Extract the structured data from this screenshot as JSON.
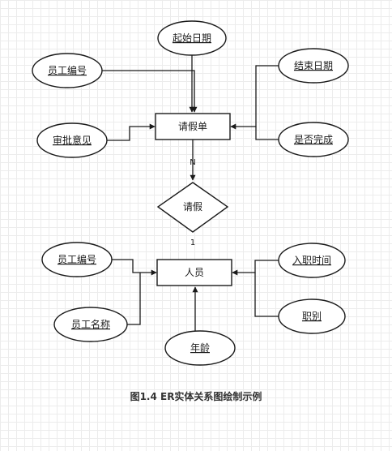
{
  "entities": {
    "leave": "请假单",
    "person": "人员"
  },
  "relationship": "请假",
  "cardinality": {
    "leave_side": "N",
    "person_side": "1"
  },
  "attributes": {
    "start_date": "起始日期",
    "employee_id_1": "员工编号",
    "end_date": "结束日期",
    "approval": "审批意见",
    "completed": "是否完成",
    "employee_id_2": "员工编号",
    "hire_date": "入职时间",
    "employee_name": "员工名称",
    "position": "职别",
    "age": "年龄"
  },
  "caption": "图1.4  ER实体关系图绘制示例"
}
